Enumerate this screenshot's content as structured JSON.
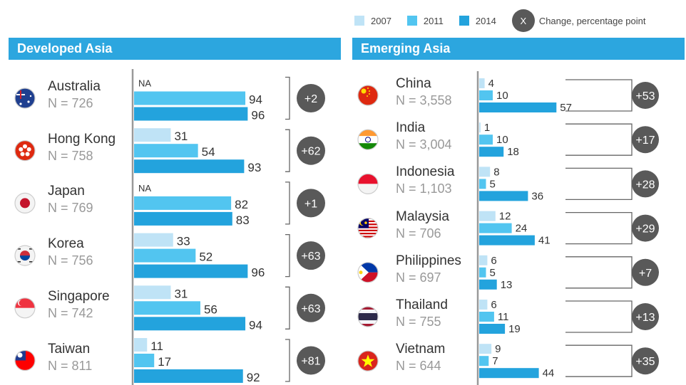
{
  "legend": {
    "items": [
      {
        "label": "2007",
        "color": "#bfe3f6"
      },
      {
        "label": "2011",
        "color": "#52c5f0"
      },
      {
        "label": "2014",
        "color": "#23a3dd"
      }
    ],
    "change_symbol": "X",
    "change_label": "Change, percentage point"
  },
  "chart_data": [
    {
      "type": "bar",
      "title": "Developed Asia",
      "series_names": [
        "2007",
        "2011",
        "2014"
      ],
      "groups": [
        {
          "name": "Australia",
          "n": "N = 726",
          "flag": "australia-flag-icon",
          "values": [
            null,
            94,
            96
          ],
          "labels": [
            "NA",
            "94",
            "96"
          ],
          "change": "+2"
        },
        {
          "name": "Hong Kong",
          "n": "N = 758",
          "flag": "hong-kong-flag-icon",
          "values": [
            31,
            54,
            93
          ],
          "labels": [
            "31",
            "54",
            "93"
          ],
          "change": "+62"
        },
        {
          "name": "Japan",
          "n": "N = 769",
          "flag": "japan-flag-icon",
          "values": [
            null,
            82,
            83
          ],
          "labels": [
            "NA",
            "82",
            "83"
          ],
          "change": "+1"
        },
        {
          "name": "Korea",
          "n": "N = 756",
          "flag": "korea-flag-icon",
          "values": [
            33,
            52,
            96
          ],
          "labels": [
            "33",
            "52",
            "96"
          ],
          "change": "+63"
        },
        {
          "name": "Singapore",
          "n": "N = 742",
          "flag": "singapore-flag-icon",
          "values": [
            31,
            56,
            94
          ],
          "labels": [
            "31",
            "56",
            "94"
          ],
          "change": "+63"
        },
        {
          "name": "Taiwan",
          "n": "N = 811",
          "flag": "taiwan-flag-icon",
          "values": [
            11,
            17,
            92
          ],
          "labels": [
            "11",
            "17",
            "92"
          ],
          "change": "+81"
        }
      ]
    },
    {
      "type": "bar",
      "title": "Emerging Asia",
      "series_names": [
        "2007",
        "2011",
        "2014"
      ],
      "groups": [
        {
          "name": "China",
          "n": "N = 3,558",
          "flag": "china-flag-icon",
          "values": [
            4,
            10,
            57
          ],
          "labels": [
            "4",
            "10",
            "57"
          ],
          "change": "+53"
        },
        {
          "name": "India",
          "n": "N = 3,004",
          "flag": "india-flag-icon",
          "values": [
            1,
            10,
            18
          ],
          "labels": [
            "1",
            "10",
            "18"
          ],
          "change": "+17"
        },
        {
          "name": "Indonesia",
          "n": "N = 1,103",
          "flag": "indonesia-flag-icon",
          "values": [
            8,
            5,
            36
          ],
          "labels": [
            "8",
            "5",
            "36"
          ],
          "change": "+28"
        },
        {
          "name": "Malaysia",
          "n": "N = 706",
          "flag": "malaysia-flag-icon",
          "values": [
            12,
            24,
            41
          ],
          "labels": [
            "12",
            "24",
            "41"
          ],
          "change": "+29"
        },
        {
          "name": "Philippines",
          "n": "N = 697",
          "flag": "philippines-flag-icon",
          "values": [
            6,
            5,
            13
          ],
          "labels": [
            "6",
            "5",
            "13"
          ],
          "change": "+7"
        },
        {
          "name": "Thailand",
          "n": "N = 755",
          "flag": "thailand-flag-icon",
          "values": [
            6,
            11,
            19
          ],
          "labels": [
            "6",
            "11",
            "19"
          ],
          "change": "+13"
        },
        {
          "name": "Vietnam",
          "n": "N = 644",
          "flag": "vietnam-flag-icon",
          "values": [
            9,
            7,
            44
          ],
          "labels": [
            "9",
            "7",
            "44"
          ],
          "change": "+35"
        }
      ]
    }
  ]
}
